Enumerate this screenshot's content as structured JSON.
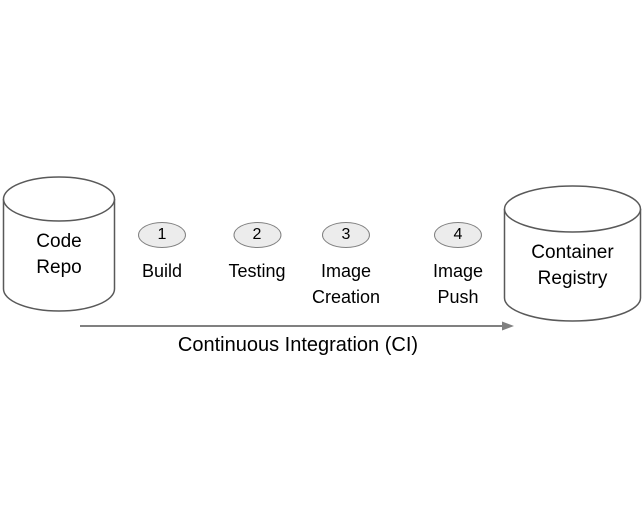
{
  "diagram": {
    "title": "CI pipeline from code repo to container registry",
    "source_node": {
      "shape": "cylinder",
      "label": "Code\nRepo"
    },
    "target_node": {
      "shape": "cylinder",
      "label": "Container\nRegistry"
    },
    "steps": [
      {
        "number": "1",
        "label": "Build"
      },
      {
        "number": "2",
        "label": "Testing"
      },
      {
        "number": "3",
        "label": "Image\nCreation"
      },
      {
        "number": "4",
        "label": "Image\nPush"
      }
    ],
    "arrow": {
      "label": "Continuous Integration (CI)",
      "direction": "left-to-right"
    },
    "colors": {
      "background": "#ffffff",
      "shape_fill": "#ffffff",
      "shape_stroke": "#595959",
      "step_fill": "#ececec",
      "step_stroke": "#808080",
      "arrow": "#808080",
      "text": "#000000"
    }
  }
}
